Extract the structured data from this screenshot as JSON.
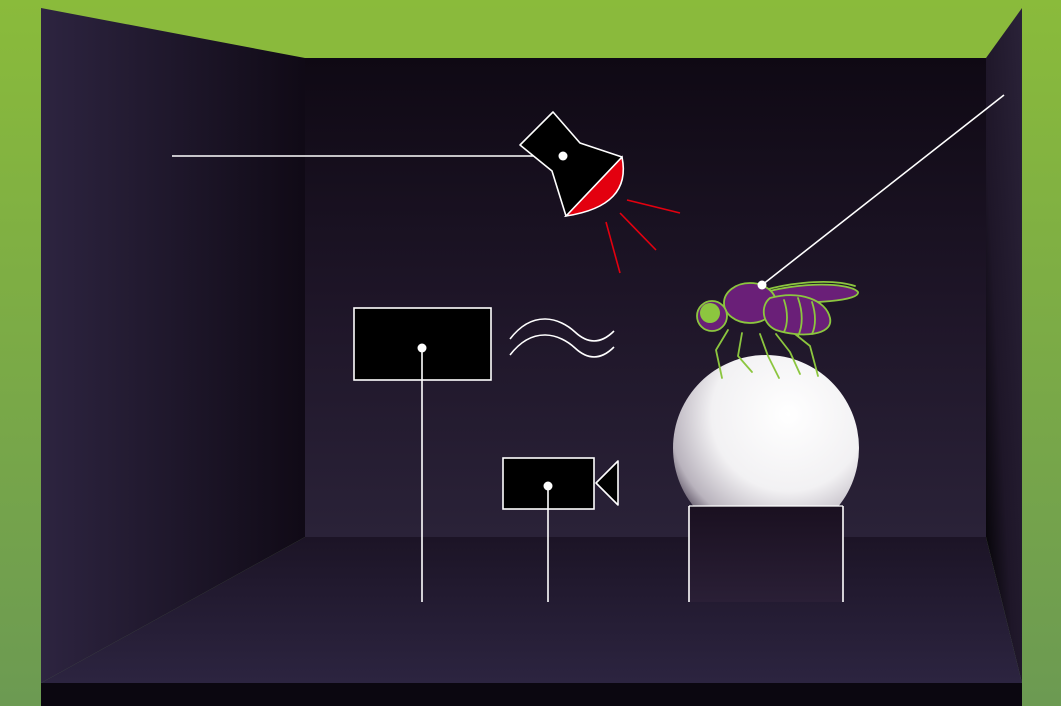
{
  "colors": {
    "green_frame": "#8aba3c",
    "green_frame_dark": "#6f9c4f",
    "back_wall": "#1f1629",
    "back_wall_top": "#130b1a",
    "side_wall": "#241b31",
    "floor": "#2a2238",
    "base_strip": "#0b0710",
    "lamp_lens": "#e3000f",
    "fly_body": "#6a1f78",
    "fly_outline": "#8cc63f",
    "line": "#ffffff",
    "device": "#000000"
  },
  "icons": {
    "lamp": "spotlight-icon",
    "fly": "fruit-fly",
    "screen": "display-screen",
    "waves": "sound-waves-icon",
    "camera": "video-camera-icon",
    "ball": "treadmill-ball"
  }
}
